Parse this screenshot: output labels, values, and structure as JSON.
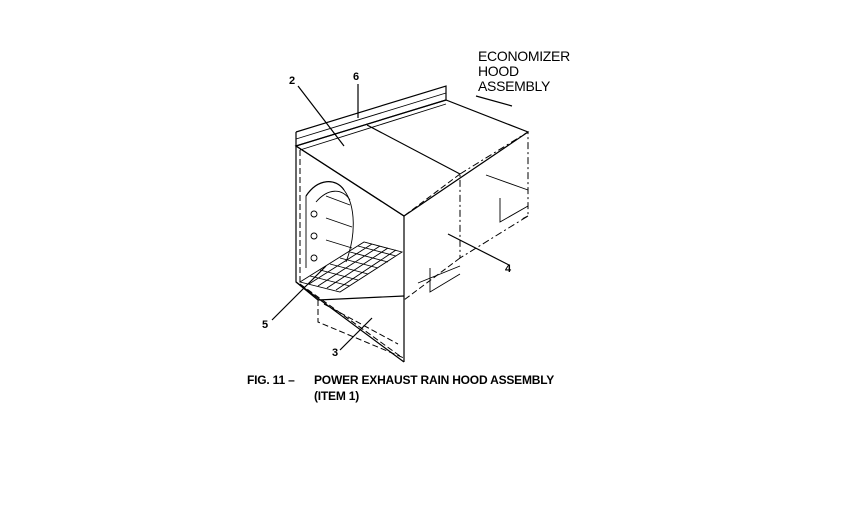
{
  "diagram": {
    "label_lines": [
      "ECONOMIZER",
      "HOOD",
      "ASSEMBLY"
    ],
    "callouts": {
      "c2": "2",
      "c3": "3",
      "c4": "4",
      "c5": "5",
      "c6": "6"
    }
  },
  "caption": {
    "fig_number": "FIG. 11 –",
    "title_line1": "POWER EXHAUST RAIN HOOD ASSEMBLY",
    "title_line2": "(ITEM 1)"
  }
}
